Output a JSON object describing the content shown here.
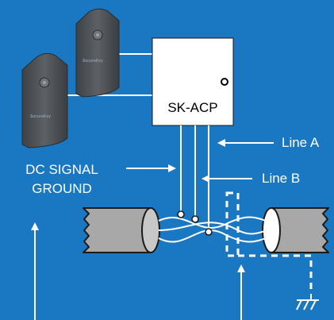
{
  "colors": {
    "background": "#1a78c2",
    "panel": "#ffffff",
    "cable": "#a8a8a8",
    "reader": "#505458",
    "line": "#ffffff",
    "text": "#ffffff"
  },
  "reader": {
    "brand": "SecuraKey",
    "icon": "reader-device-icon"
  },
  "panel": {
    "label": "SK-ACP",
    "indicator": "led-indicator-icon"
  },
  "labels": {
    "line_a": "Line A",
    "line_b": "Line B",
    "dc_signal_ground_line1": "DC SIGNAL",
    "dc_signal_ground_line2": "GROUND"
  },
  "icons": {
    "earth_ground": "earth-ground-icon"
  }
}
